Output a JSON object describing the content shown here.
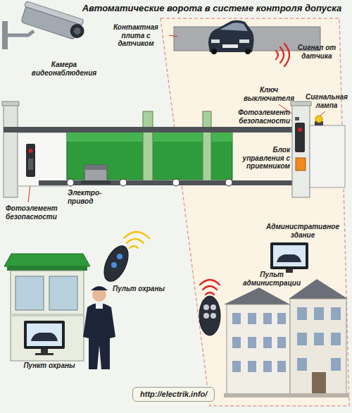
{
  "diagram": {
    "title": "Автоматические ворота в системе контроля допуска",
    "caption": "http://electrik.info/",
    "labels": [
      "Камера видеонаблюдения",
      "Контактная плита с датчиком",
      "Сигнал от датчика",
      "Ключ выключателя",
      "Сигнальная лампа",
      "Фотоэлемент безопасности",
      "Блок управления с приемником",
      "Фотоэлемент безопасности",
      "Электро-привод",
      "Административное здание",
      "Пульт администрации",
      "Пульт охраны",
      "Пункт охраны"
    ]
  }
}
